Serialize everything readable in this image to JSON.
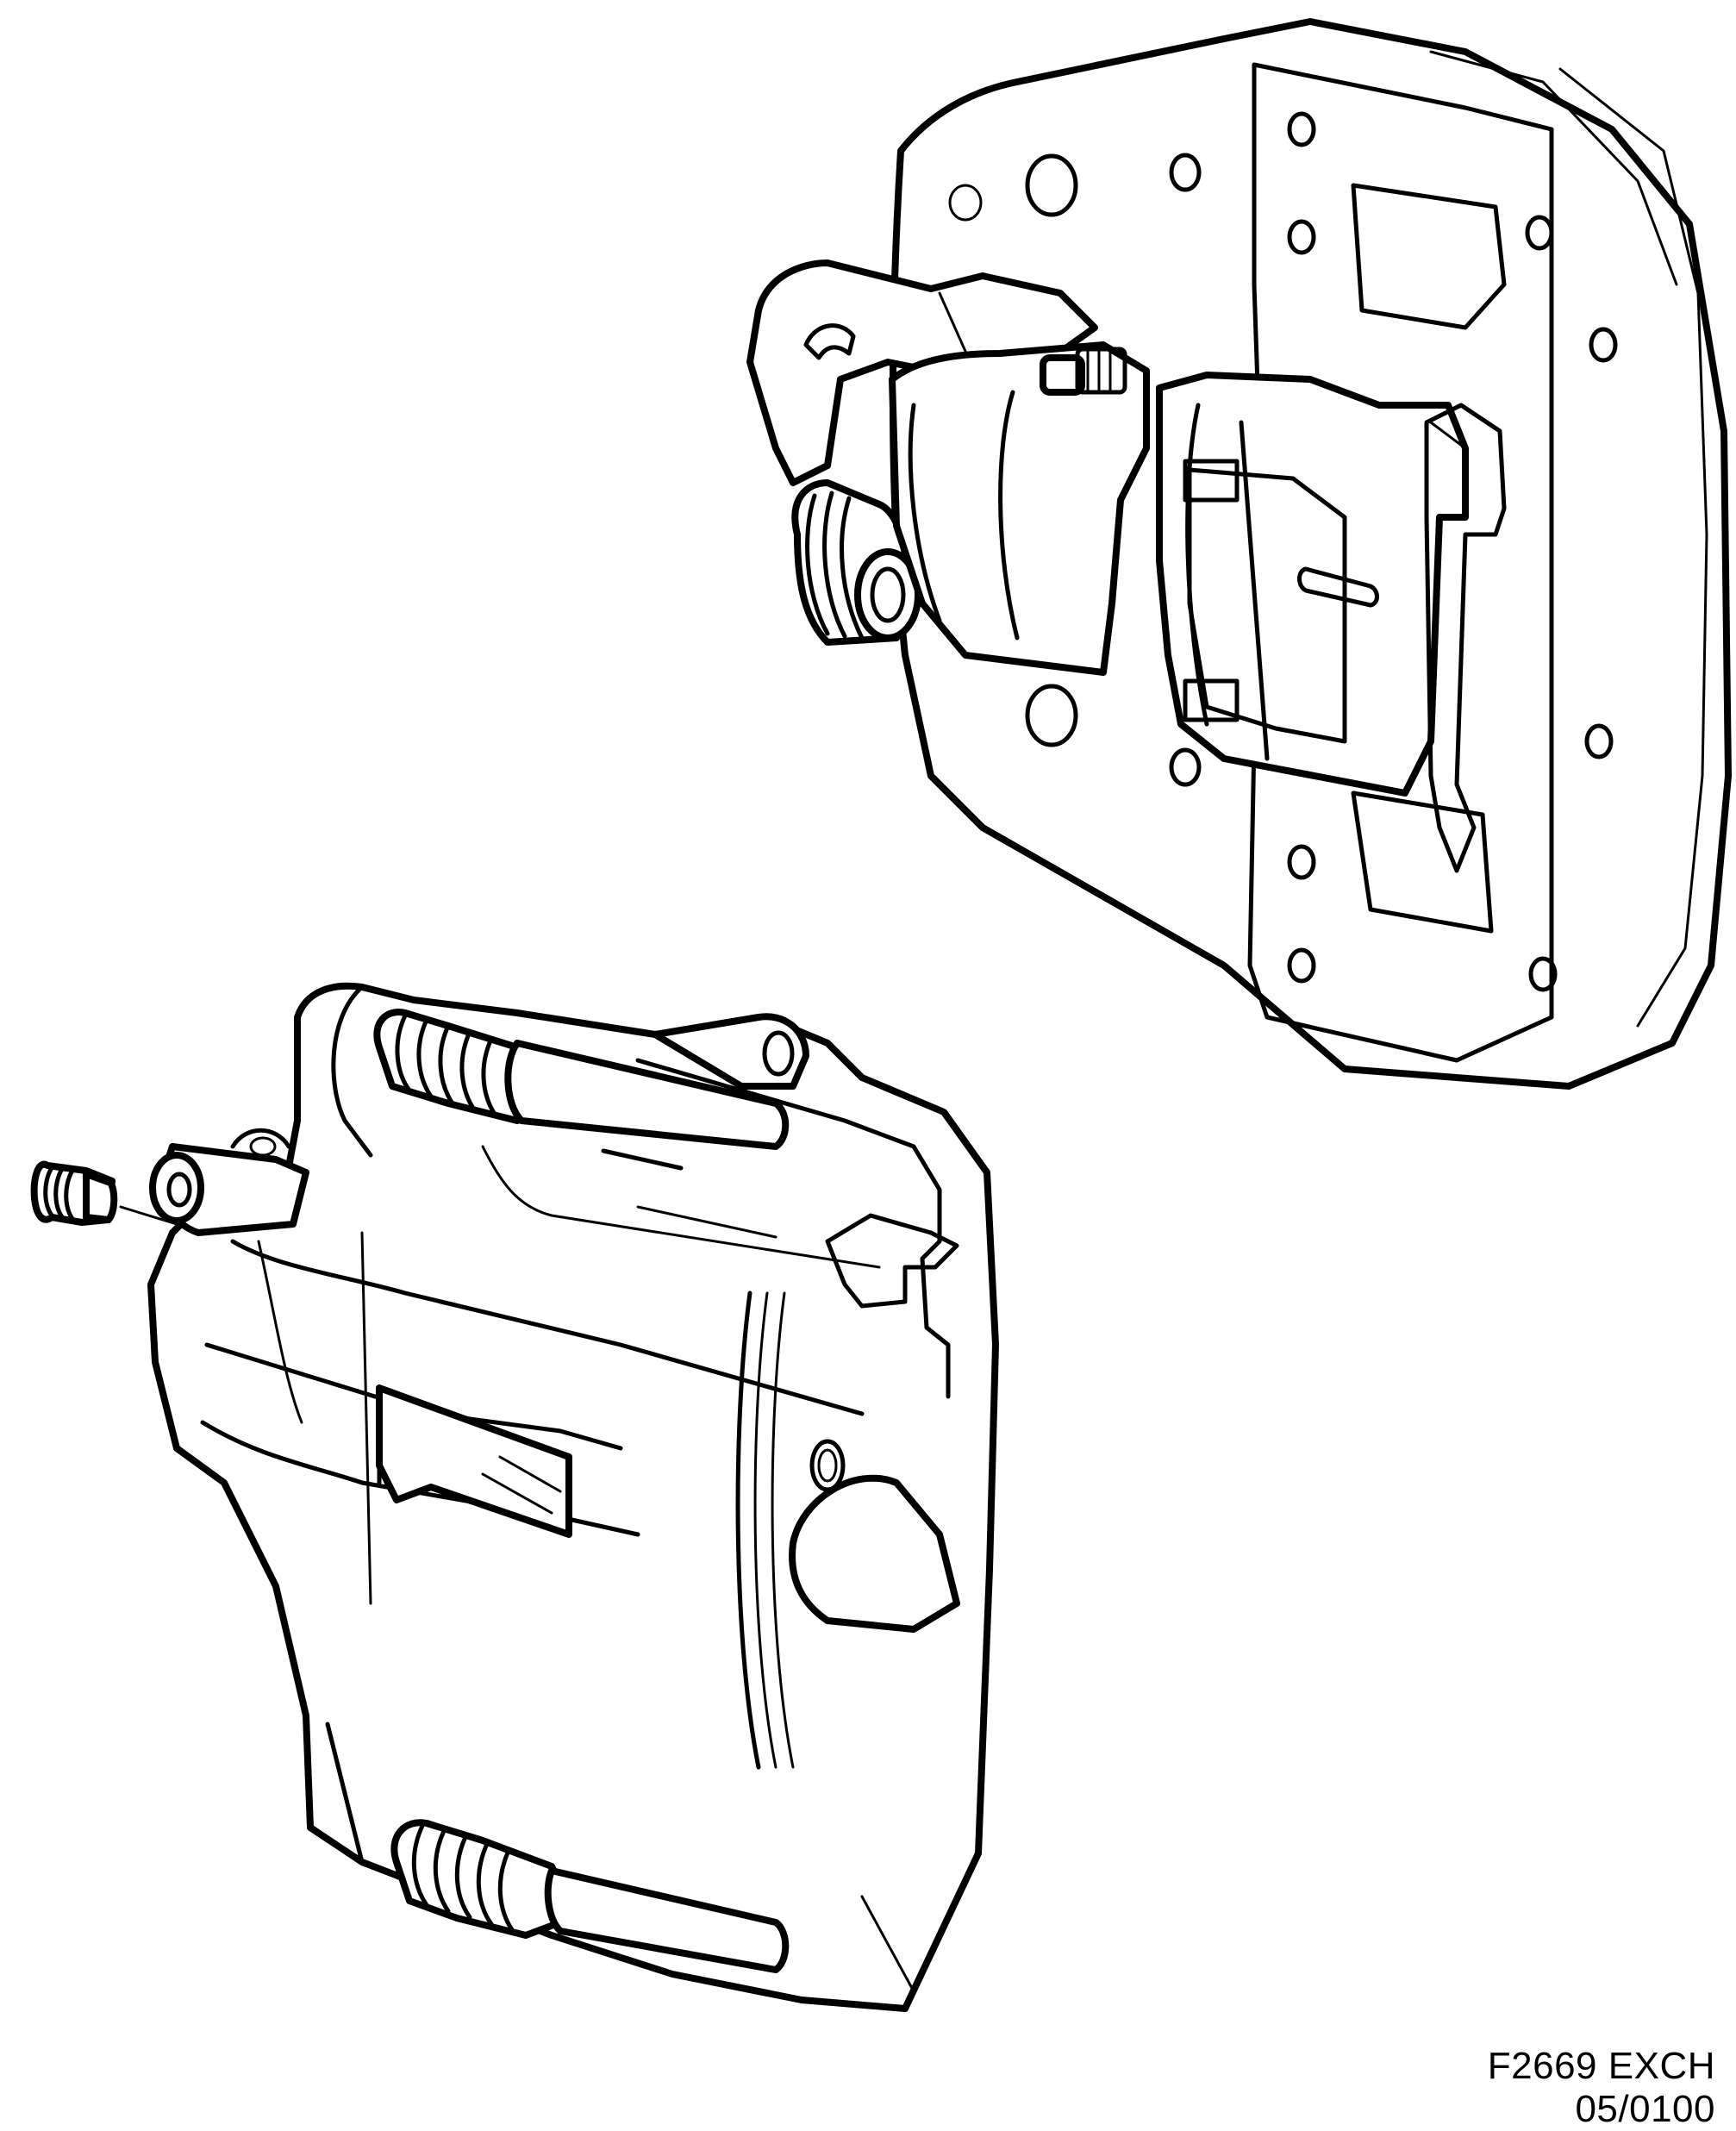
{
  "figure": {
    "type": "exploded parts illustration",
    "subject": "brake caliper assembly",
    "colors": {
      "line": "#000000",
      "background": "#ffffff"
    },
    "components": [
      {
        "id": "upper-caliper-assembly",
        "label": "caliper with carrier and backing plate"
      },
      {
        "id": "lower-caliper-body",
        "label": "caliper body with guide pin boots"
      },
      {
        "id": "bleed-screw",
        "label": "bleed screw / plug with leader line"
      }
    ]
  },
  "caption": {
    "code": "F2669 EXCH",
    "date": "05/0100"
  }
}
